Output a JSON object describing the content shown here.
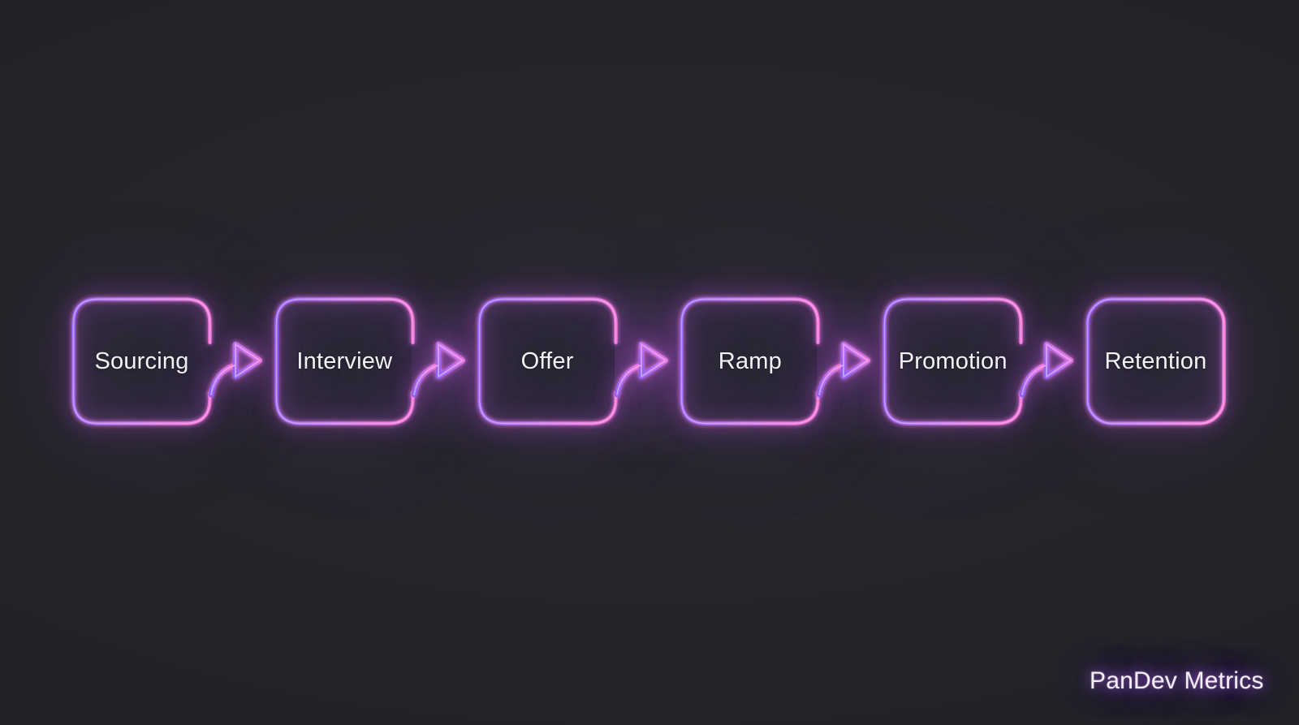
{
  "pipeline": {
    "flow_direction": "left-to-right",
    "connector_icon": "curved-arrow-right-icon",
    "stages": [
      {
        "id": "sourcing",
        "label": "Sourcing"
      },
      {
        "id": "interview",
        "label": "Interview"
      },
      {
        "id": "offer",
        "label": "Offer"
      },
      {
        "id": "ramp",
        "label": "Ramp"
      },
      {
        "id": "promotion",
        "label": "Promotion"
      },
      {
        "id": "retention",
        "label": "Retention"
      }
    ]
  },
  "footer": {
    "brand": "PanDev Metrics"
  },
  "theme": {
    "background": "#232329",
    "box_fill": "#262630",
    "label_color": "#f4f4f7",
    "neon_purple": "#8b5cf6",
    "neon_violet": "#bb72e8",
    "neon_pink": "#f06fd2",
    "glow": "#c05ae8"
  }
}
